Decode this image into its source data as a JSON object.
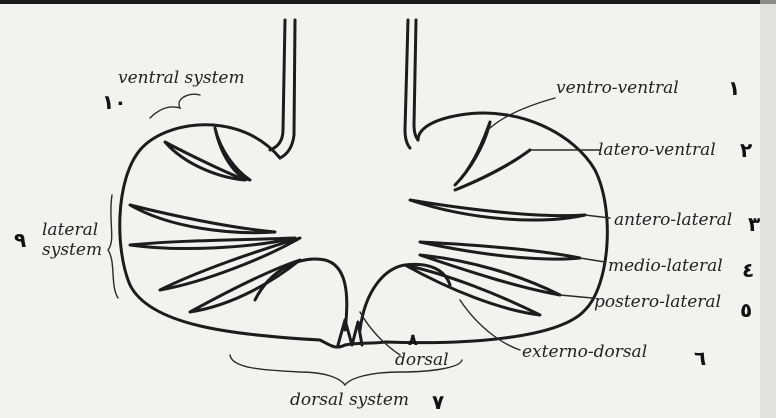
{
  "diagram": {
    "labels": {
      "ventral_system": "ventral system",
      "lateral_system_line1": "lateral",
      "lateral_system_line2": "system",
      "dorsal_system": "dorsal system",
      "dorsal": "dorsal",
      "ventro_ventral": "ventro-ventral",
      "latero_ventral": "latero-ventral",
      "antero_lateral": "antero-lateral",
      "medio_lateral": "medio-lateral",
      "postero_lateral": "postero-lateral",
      "externo_dorsal": "externo-dorsal"
    },
    "numerals": {
      "ventral_system": "١٠",
      "lateral_system": "٩",
      "dorsal_system": "٧",
      "dorsal": "٨",
      "ventro_ventral": "١",
      "latero_ventral": "٢",
      "antero_lateral": "٣",
      "medio_lateral": "٤",
      "postero_lateral": "٥",
      "externo_dorsal": "٦"
    }
  }
}
